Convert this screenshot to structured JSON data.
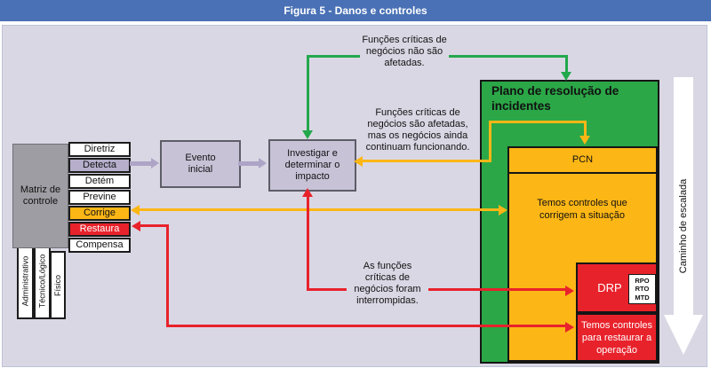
{
  "title_bar": {
    "title": "Figura 5 - Danos e controles"
  },
  "matrix": {
    "label": "Matriz de controle",
    "items": [
      {
        "label": "Diretriz"
      },
      {
        "label": "Detecta"
      },
      {
        "label": "Detém"
      },
      {
        "label": "Previne"
      },
      {
        "label": "Corrige"
      },
      {
        "label": "Restaura"
      },
      {
        "label": "Compensa"
      }
    ],
    "categories": [
      "Administrativo",
      "Técnico/Lógico",
      "Físico"
    ]
  },
  "flow": {
    "initial_event": "Evento inicial",
    "investigate": "Investigar e determinar o impacto"
  },
  "annotations": {
    "green": "Funções críticas de negócios não são afetadas.",
    "yellow": "Funções críticas de negócios são afetadas, mas os negócios ainda continuam funcionando.",
    "red": "As funções críticas de negócios foram interrompidas."
  },
  "resolution_plan": {
    "title": "Plano de resolução de incidentes",
    "pcn_label": "PCN",
    "pcn_text": "Temos controles que corrigem a situação",
    "drp_label": "DRP",
    "drp_metrics": [
      "RPO",
      "RTO",
      "MTD"
    ],
    "restore_text": "Temos controles para restaurar a operação"
  },
  "escalation": {
    "label": "Caminho de escalada"
  },
  "colors": {
    "title_blue": "#4a71b5",
    "background": "#dad7e4",
    "green": "#2ba747",
    "yellow": "#fcb616",
    "red": "#e8222b",
    "lavender_box": "#c8c2d7",
    "detect_box": "#b6aecb",
    "gray_matrix": "#9d9da3",
    "purple_arrow": "#ada4c6",
    "escalation_arrow": "#ffffff"
  }
}
